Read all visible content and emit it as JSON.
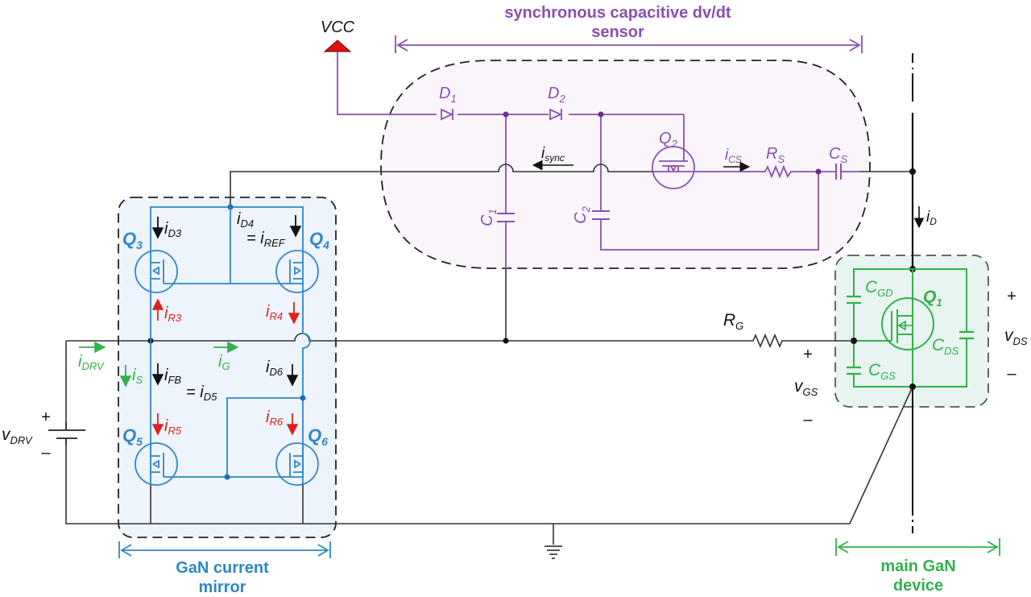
{
  "colors": {
    "sensor": "#8a4fb0",
    "mirror": "#2f86c8",
    "main_device": "#33b04c",
    "current_red": "#e02020",
    "current_green": "#33b04c",
    "vcc_fill": "#e01010"
  },
  "sections": {
    "sensor_title_line1": "synchronous capacitive dv/dt",
    "sensor_title_line2": "sensor",
    "mirror_title_line1": "GaN current",
    "mirror_title_line2": "mirror",
    "main_title_line1": "main GaN",
    "main_title_line2": "device"
  },
  "supply": {
    "vcc": "VCC"
  },
  "components": {
    "D1": {
      "main": "D",
      "sub": "1"
    },
    "D2": {
      "main": "D",
      "sub": "2"
    },
    "Q1": {
      "main": "Q",
      "sub": "1"
    },
    "Q2": {
      "main": "Q",
      "sub": "2"
    },
    "Q3": {
      "main": "Q",
      "sub": "3"
    },
    "Q4": {
      "main": "Q",
      "sub": "4"
    },
    "Q5": {
      "main": "Q",
      "sub": "5"
    },
    "Q6": {
      "main": "Q",
      "sub": "6"
    },
    "C1": {
      "main": "C",
      "sub": "1"
    },
    "C2": {
      "main": "C",
      "sub": "2"
    },
    "RS": {
      "main": "R",
      "sub": "S"
    },
    "CS": {
      "main": "C",
      "sub": "S"
    },
    "RG": {
      "main": "R",
      "sub": "G"
    },
    "CGD": {
      "main": "C",
      "sub": "GD"
    },
    "CGS": {
      "main": "C",
      "sub": "GS"
    },
    "CDS": {
      "main": "C",
      "sub": "DS"
    }
  },
  "currents": {
    "isync": {
      "main": "i",
      "sub": "sync"
    },
    "iCS": {
      "main": "i",
      "sub": "CS"
    },
    "iD": {
      "main": "i",
      "sub": "D"
    },
    "iD3": {
      "main": "i",
      "sub": "D3"
    },
    "iD4": {
      "main": "i",
      "sub": "D4"
    },
    "iREF": {
      "prefix": "= ",
      "main": "i",
      "sub": "REF"
    },
    "iR3": {
      "main": "i",
      "sub": "R3"
    },
    "iR4": {
      "main": "i",
      "sub": "R4"
    },
    "iDRV": {
      "main": "i",
      "sub": "DRV"
    },
    "iS": {
      "main": "i",
      "sub": "S"
    },
    "iFB": {
      "main": "i",
      "sub": "FB"
    },
    "iD5": {
      "prefix": "= ",
      "main": "i",
      "sub": "D5"
    },
    "iG": {
      "main": "i",
      "sub": "G"
    },
    "iD6": {
      "main": "i",
      "sub": "D6"
    },
    "iR5": {
      "main": "i",
      "sub": "R5"
    },
    "iR6": {
      "main": "i",
      "sub": "R6"
    }
  },
  "voltages": {
    "vDRV": {
      "main": "v",
      "sub": "DRV"
    },
    "vGS": {
      "main": "v",
      "sub": "GS"
    },
    "vDS": {
      "main": "v",
      "sub": "DS"
    },
    "plus": "+",
    "minus": "–"
  }
}
